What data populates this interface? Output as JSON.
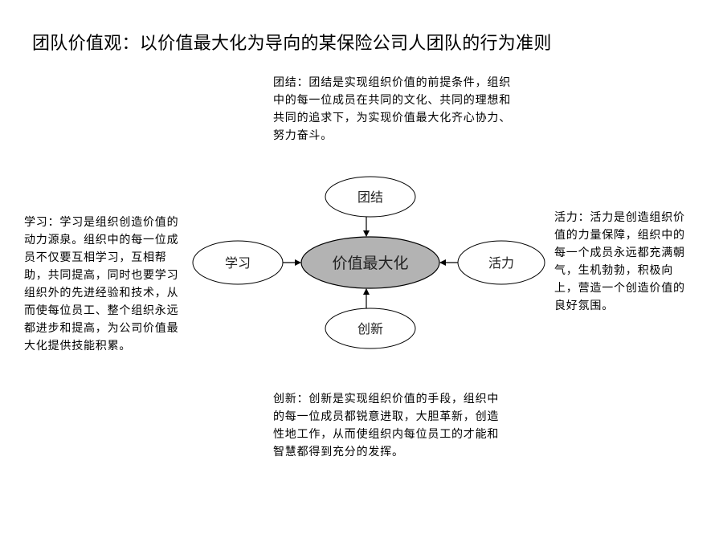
{
  "title": "团队价值观：以价值最大化为导向的某保险公司人团队的行为准则",
  "nodes": {
    "center": "价值最大化",
    "top": "团结",
    "left": "学习",
    "right": "活力",
    "bottom": "创新"
  },
  "descriptions": {
    "top": "团结：团结是实现组织价值的前提条件，组织中的每一位成员在共同的文化、共同的理想和共同的追求下，为实现价值最大化齐心协力、努力奋斗。",
    "left": "学习：学习是组织创造价值的动力源泉。组织中的每一位成员不仅要互相学习，互相帮助，共同提高，同时也要学习组织外的先进经验和技术，从而使每位员工、整个组织永远都进步和提高，为公司价值最大化提供技能积累。",
    "right": "活力：活力是创造组织价值的力量保障，组织中的每一个成员永远都充满朝气，生机勃勃，积极向上，营造一个创造价值的良好氛围。",
    "bottom": "创新：创新是实现组织价值的手段，组织中的每一位成员都锐意进取，大胆革新，创造性地工作，从而使组织内每位员工的才能和智慧都得到充分的发挥。"
  },
  "colors": {
    "center_fill": "#b3b3b3",
    "node_fill": "#ffffff",
    "stroke": "#000000"
  }
}
